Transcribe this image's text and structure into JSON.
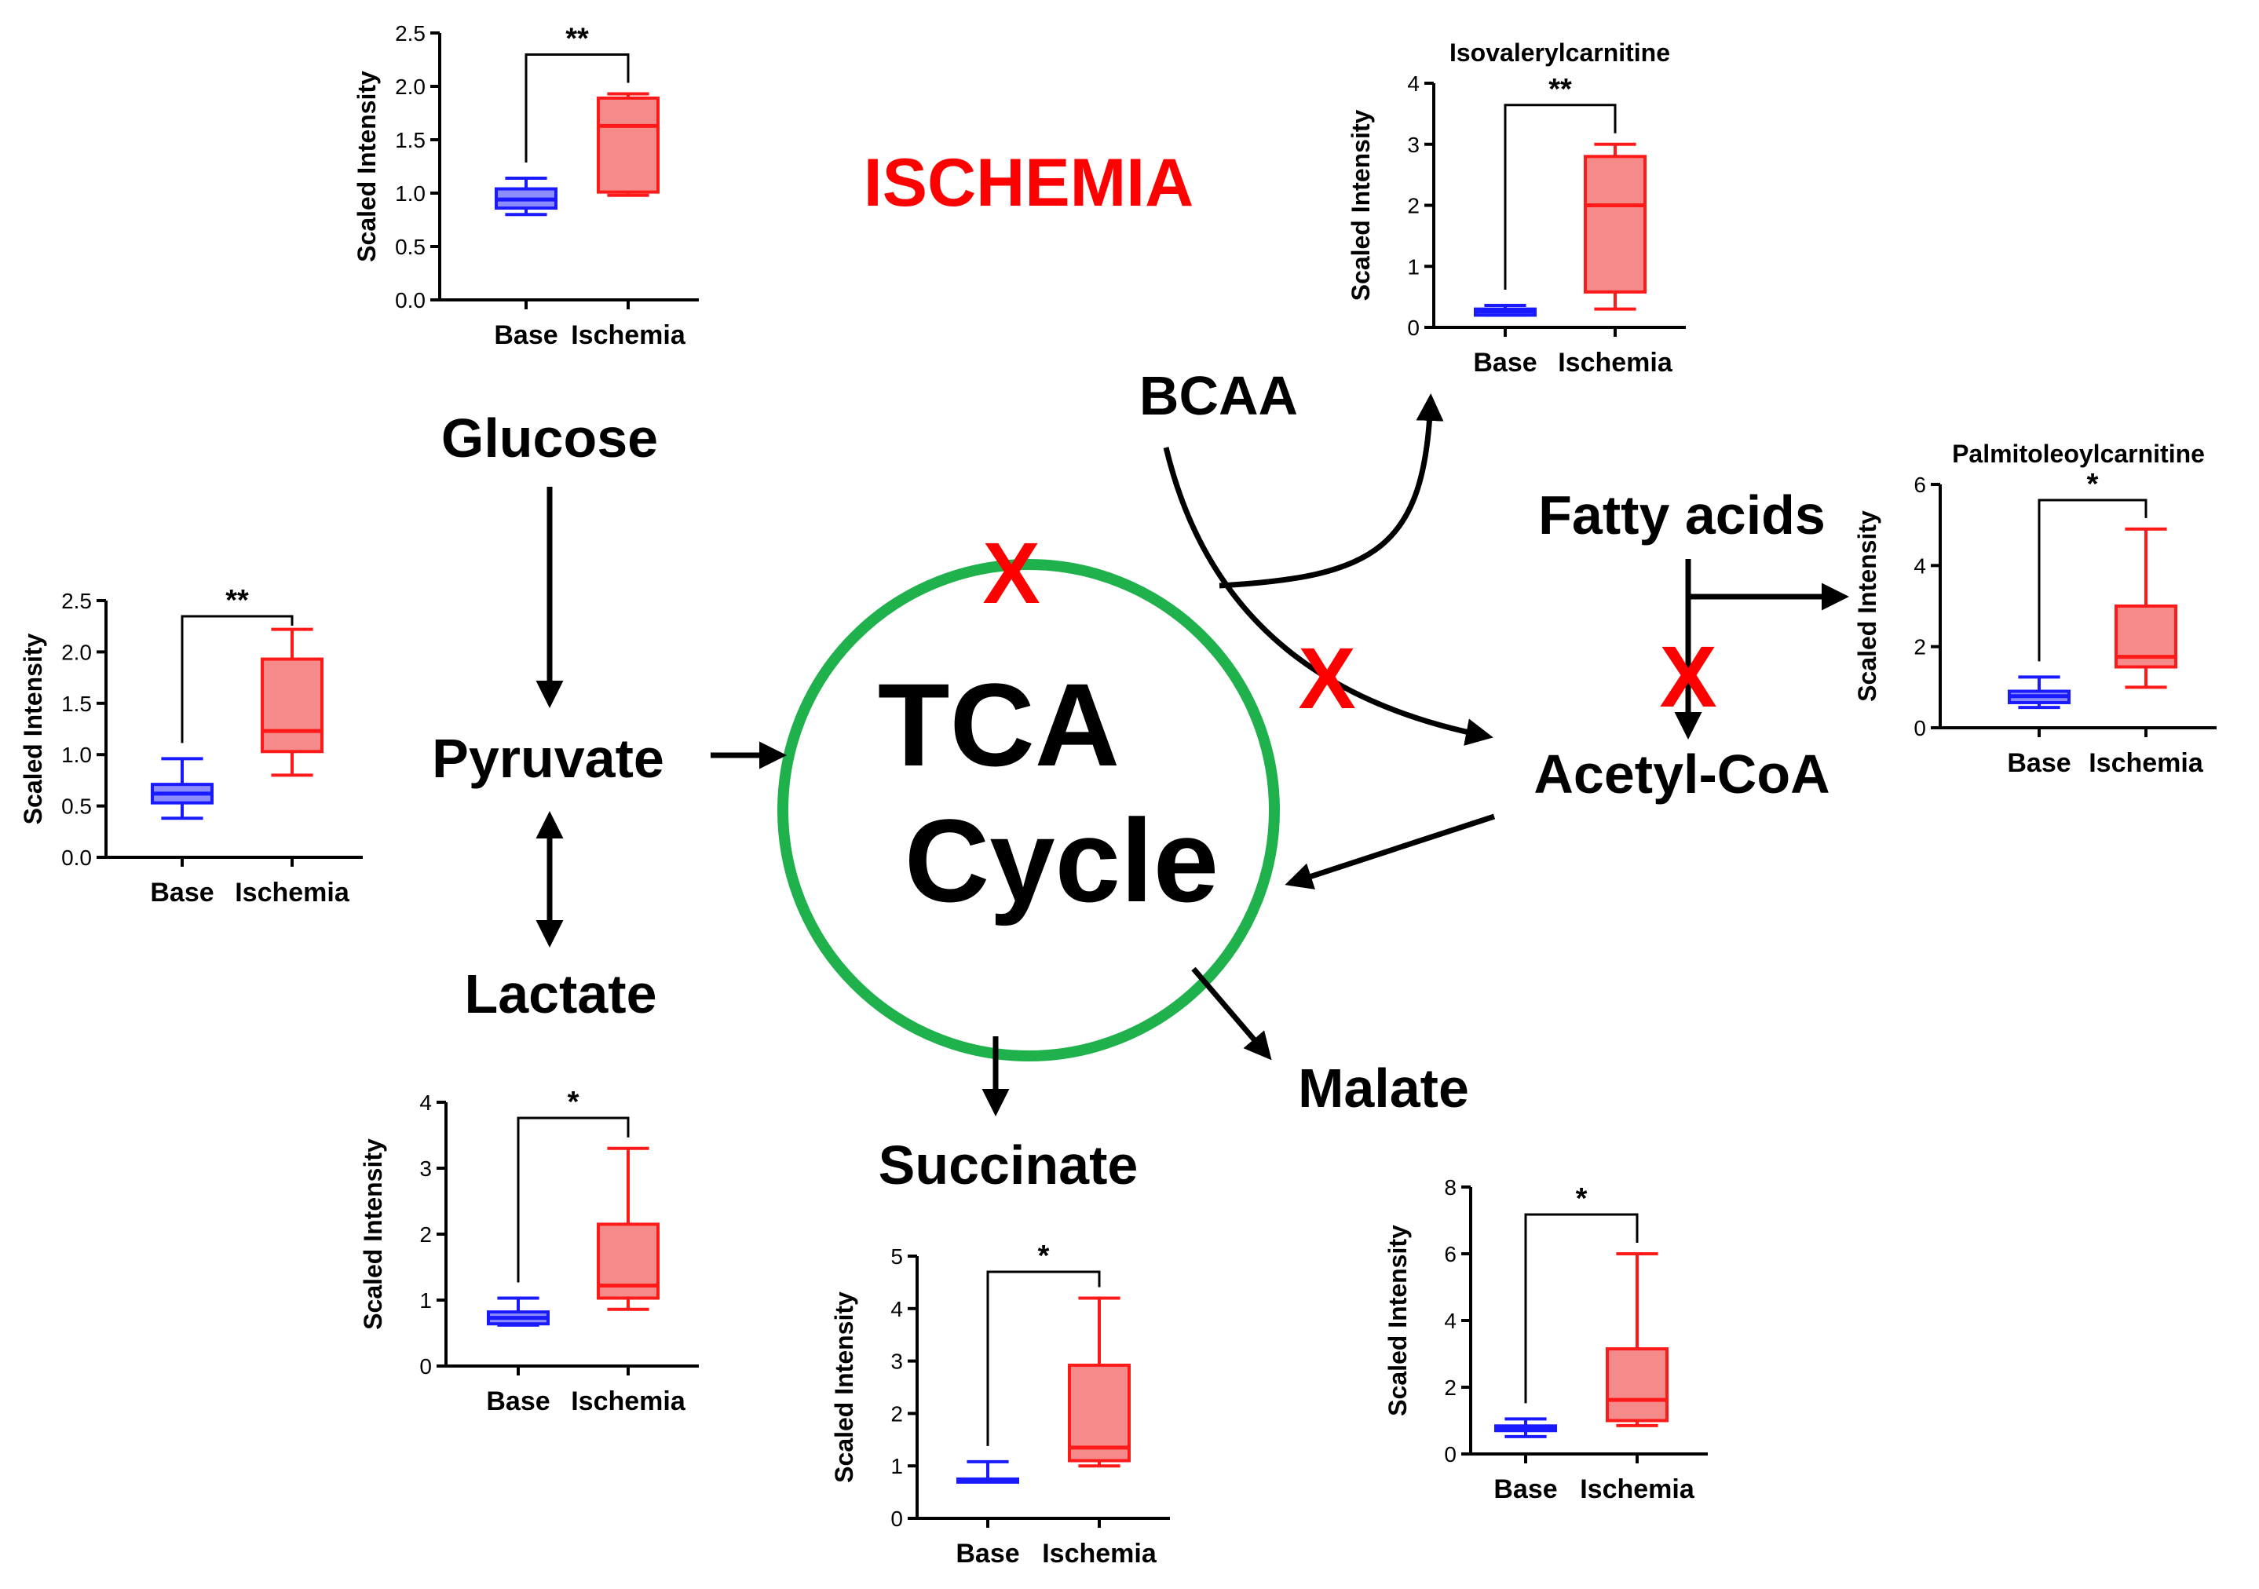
{
  "title": "ISCHEMIA",
  "cycle": {
    "line1": "TCA",
    "line2": "Cycle"
  },
  "nodes": {
    "glucose": "Glucose",
    "pyruvate": "Pyruvate",
    "lactate": "Lactate",
    "succinate": "Succinate",
    "malate": "Malate",
    "bcaa": "BCAA",
    "fatty_acids": "Fatty acids",
    "acetyl_coa": "Acetyl-CoA"
  },
  "block_mark": "X",
  "colors": {
    "base": "#1a1aff",
    "ischemia": "#ff1a1a",
    "ischemia_fill": "#f58a8a",
    "base_fill": "#8c8cff",
    "cycle": "#1fb14b",
    "block": "#ff0000",
    "title": "#ff0000",
    "arrow": "#000000"
  },
  "chart_data": [
    {
      "id": "glucose",
      "type": "box",
      "title": "",
      "ylabel": "Scaled Intensity",
      "ylim": [
        0,
        2.5
      ],
      "yticks": [
        "0.0",
        "0.5",
        "1.0",
        "1.5",
        "2.0",
        "2.5"
      ],
      "categories": [
        "Base",
        "Ischemia"
      ],
      "significance": "**",
      "series": [
        {
          "min": 0.8,
          "q1": 0.86,
          "median": 0.94,
          "q3": 1.04,
          "max": 1.14
        },
        {
          "min": 0.98,
          "q1": 1.01,
          "median": 1.63,
          "q3": 1.89,
          "max": 1.93
        }
      ]
    },
    {
      "id": "pyruvate",
      "type": "box",
      "title": "",
      "ylabel": "Scaled Intensity",
      "ylim": [
        0,
        2.5
      ],
      "yticks": [
        "0.0",
        "0.5",
        "1.0",
        "1.5",
        "2.0",
        "2.5"
      ],
      "categories": [
        "Base",
        "Ischemia"
      ],
      "significance": "**",
      "series": [
        {
          "min": 0.38,
          "q1": 0.53,
          "median": 0.62,
          "q3": 0.71,
          "max": 0.96
        },
        {
          "min": 0.8,
          "q1": 1.03,
          "median": 1.23,
          "q3": 1.93,
          "max": 2.22
        }
      ]
    },
    {
      "id": "lactate",
      "type": "box",
      "title": "",
      "ylabel": "Scaled Intensity",
      "ylim": [
        0,
        4
      ],
      "yticks": [
        "0",
        "1",
        "2",
        "3",
        "4"
      ],
      "categories": [
        "Base",
        "Ischemia"
      ],
      "significance": "*",
      "series": [
        {
          "min": 0.62,
          "q1": 0.64,
          "median": 0.73,
          "q3": 0.82,
          "max": 1.03
        },
        {
          "min": 0.86,
          "q1": 1.03,
          "median": 1.22,
          "q3": 2.15,
          "max": 3.3
        }
      ]
    },
    {
      "id": "succinate",
      "type": "box",
      "title": "",
      "ylabel": "Scaled Intensity",
      "ylim": [
        0,
        5
      ],
      "yticks": [
        "0",
        "1",
        "2",
        "3",
        "4",
        "5"
      ],
      "categories": [
        "Base",
        "Ischemia"
      ],
      "significance": "*",
      "series": [
        {
          "min": 0.7,
          "q1": 0.7,
          "median": 0.72,
          "q3": 0.75,
          "max": 1.08
        },
        {
          "min": 1.0,
          "q1": 1.1,
          "median": 1.35,
          "q3": 2.92,
          "max": 4.2
        }
      ]
    },
    {
      "id": "malate",
      "type": "box",
      "title": "",
      "ylabel": "Scaled Intensity",
      "ylim": [
        0,
        8
      ],
      "yticks": [
        "0",
        "2",
        "4",
        "6",
        "8"
      ],
      "categories": [
        "Base",
        "Ischemia"
      ],
      "significance": "*",
      "series": [
        {
          "min": 0.52,
          "q1": 0.7,
          "median": 0.78,
          "q3": 0.84,
          "max": 1.05
        },
        {
          "min": 0.85,
          "q1": 1.0,
          "median": 1.62,
          "q3": 3.15,
          "max": 6.0
        }
      ]
    },
    {
      "id": "isovalerylcarnitine",
      "type": "box",
      "title": "Isovalerylcarnitine",
      "ylabel": "Scaled Intensity",
      "ylim": [
        0,
        4
      ],
      "yticks": [
        "0",
        "1",
        "2",
        "3",
        "4"
      ],
      "categories": [
        "Base",
        "Ischemia"
      ],
      "significance": "**",
      "series": [
        {
          "min": 0.2,
          "q1": 0.2,
          "median": 0.26,
          "q3": 0.3,
          "max": 0.36
        },
        {
          "min": 0.3,
          "q1": 0.58,
          "median": 2.0,
          "q3": 2.8,
          "max": 3.0
        }
      ]
    },
    {
      "id": "palmitoleoylcarnitine",
      "type": "box",
      "title": "Palmitoleoylcarnitine",
      "ylabel": "Scaled Intensity",
      "ylim": [
        0,
        6
      ],
      "yticks": [
        "0",
        "2",
        "4",
        "6"
      ],
      "categories": [
        "Base",
        "Ischemia"
      ],
      "significance": "*",
      "series": [
        {
          "min": 0.5,
          "q1": 0.62,
          "median": 0.78,
          "q3": 0.9,
          "max": 1.25
        },
        {
          "min": 1.0,
          "q1": 1.5,
          "median": 1.75,
          "q3": 3.0,
          "max": 4.9
        }
      ]
    }
  ]
}
